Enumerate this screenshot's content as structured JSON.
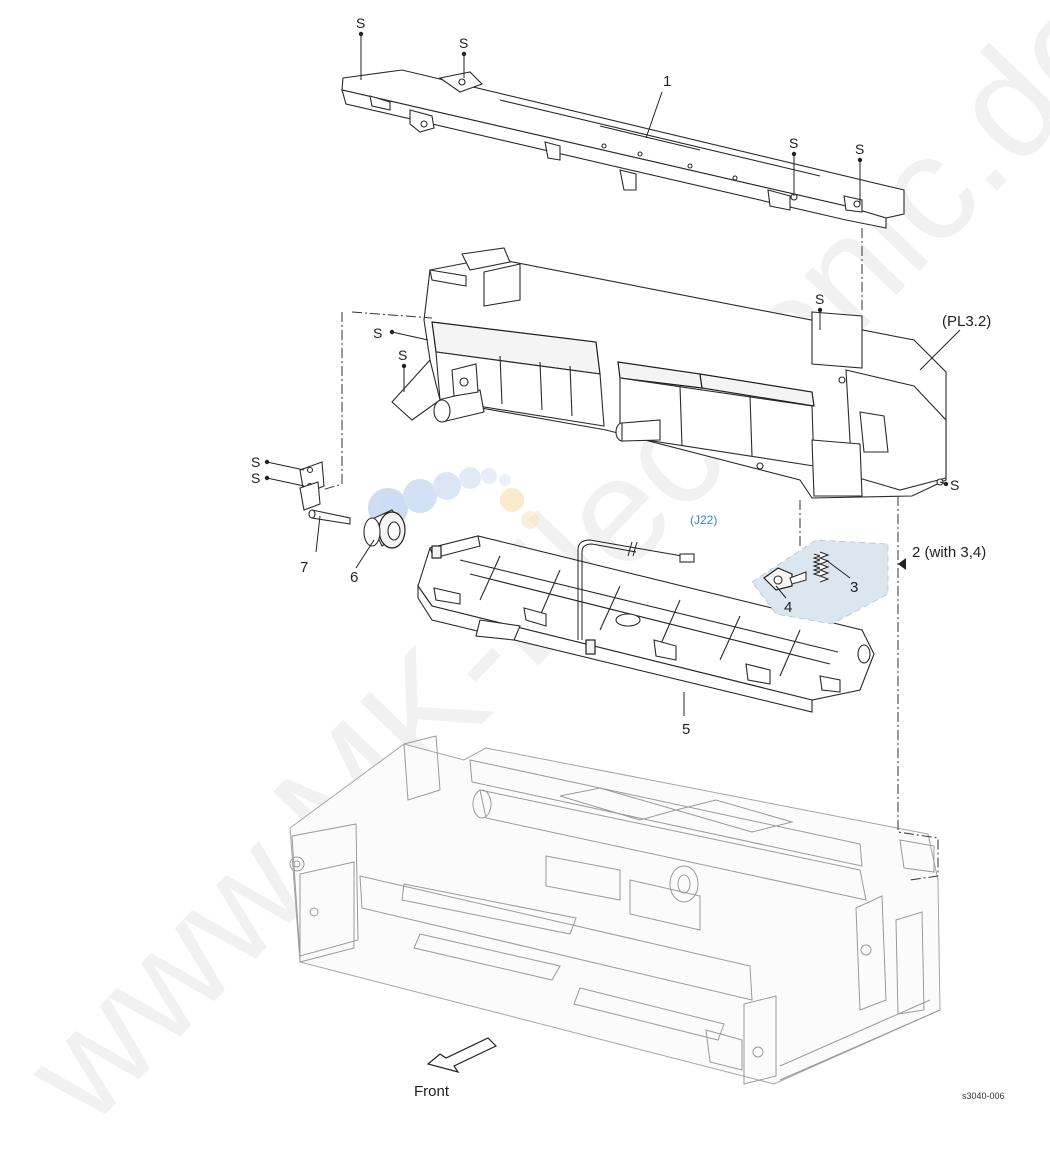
{
  "diagram": {
    "callouts": {
      "p1": "1",
      "p2": "2 (with 3,4)",
      "p3": "3",
      "p4": "4",
      "p5": "5",
      "p6": "6",
      "p7": "7",
      "pl32": "(PL3.2)",
      "j22": "(J22)",
      "screw": "S"
    },
    "front_label": "Front",
    "figure_id": "s3040-006",
    "watermark": "www.MK-Electronic.de",
    "colors": {
      "line": "#2a2a2a",
      "ghost": "#9a9a9a",
      "j22_text": "#3a7fd0",
      "subassembly_fill": "#dbe6ee",
      "watermark": "#e6e6e6"
    }
  }
}
